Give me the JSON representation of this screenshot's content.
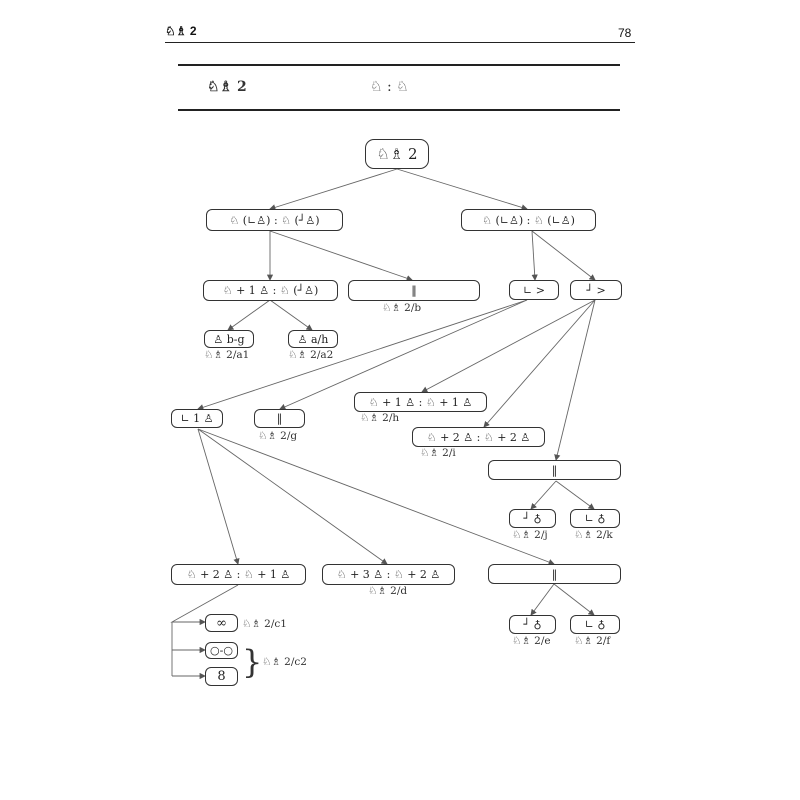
{
  "header": {
    "left": "♘♗ 2",
    "right": "78"
  },
  "caption": {
    "left": "♘♗ 2",
    "right": "♘ : ♘"
  },
  "nodes": {
    "root": "♘♗ 2",
    "l1a": "♘ (∟♙) : ♘ (┘♙)",
    "l1b": "♘ (∟♙) : ♘ (∟♙)",
    "l2a": "♘ + 1 ♙ : ♘ (┘♙)",
    "l2b": "‖",
    "l2c": "∟ >",
    "l2d": "┘ >",
    "l3a": "♙ b-g",
    "l3b": "♙ a/h",
    "m1": "∟ 1 ♙",
    "m2": "‖",
    "m3": "♘ + 1 ♙ : ♘ + 1 ♙",
    "m4": "♘ + 2 ♙ : ♘ + 2 ♙",
    "m5": "‖",
    "m6": "┘ ♁",
    "m7": "∟ ♁",
    "b1": "♘ + 2 ♙ : ♘ + 1 ♙",
    "b2": "♘ + 3 ♙ : ♘ + 2 ♙",
    "b3": "‖",
    "b4": "┘ ♁",
    "b5": "∟ ♁",
    "c1": "∞",
    "c2": "○-○",
    "c3": "8"
  },
  "labels": {
    "l2b": "♘♗ 2/b",
    "l3a": "♘♗ 2/a1",
    "l3b": "♘♗ 2/a2",
    "m2": "♘♗ 2/g",
    "m3": "♘♗ 2/h",
    "m4": "♘♗ 2/i",
    "m6": "♘♗ 2/j",
    "m7": "♘♗ 2/k",
    "b2": "♘♗ 2/d",
    "b4": "♘♗ 2/e",
    "b5": "♘♗ 2/f",
    "c1": "♘♗ 2/c1",
    "c23": "♘♗ 2/c2"
  }
}
